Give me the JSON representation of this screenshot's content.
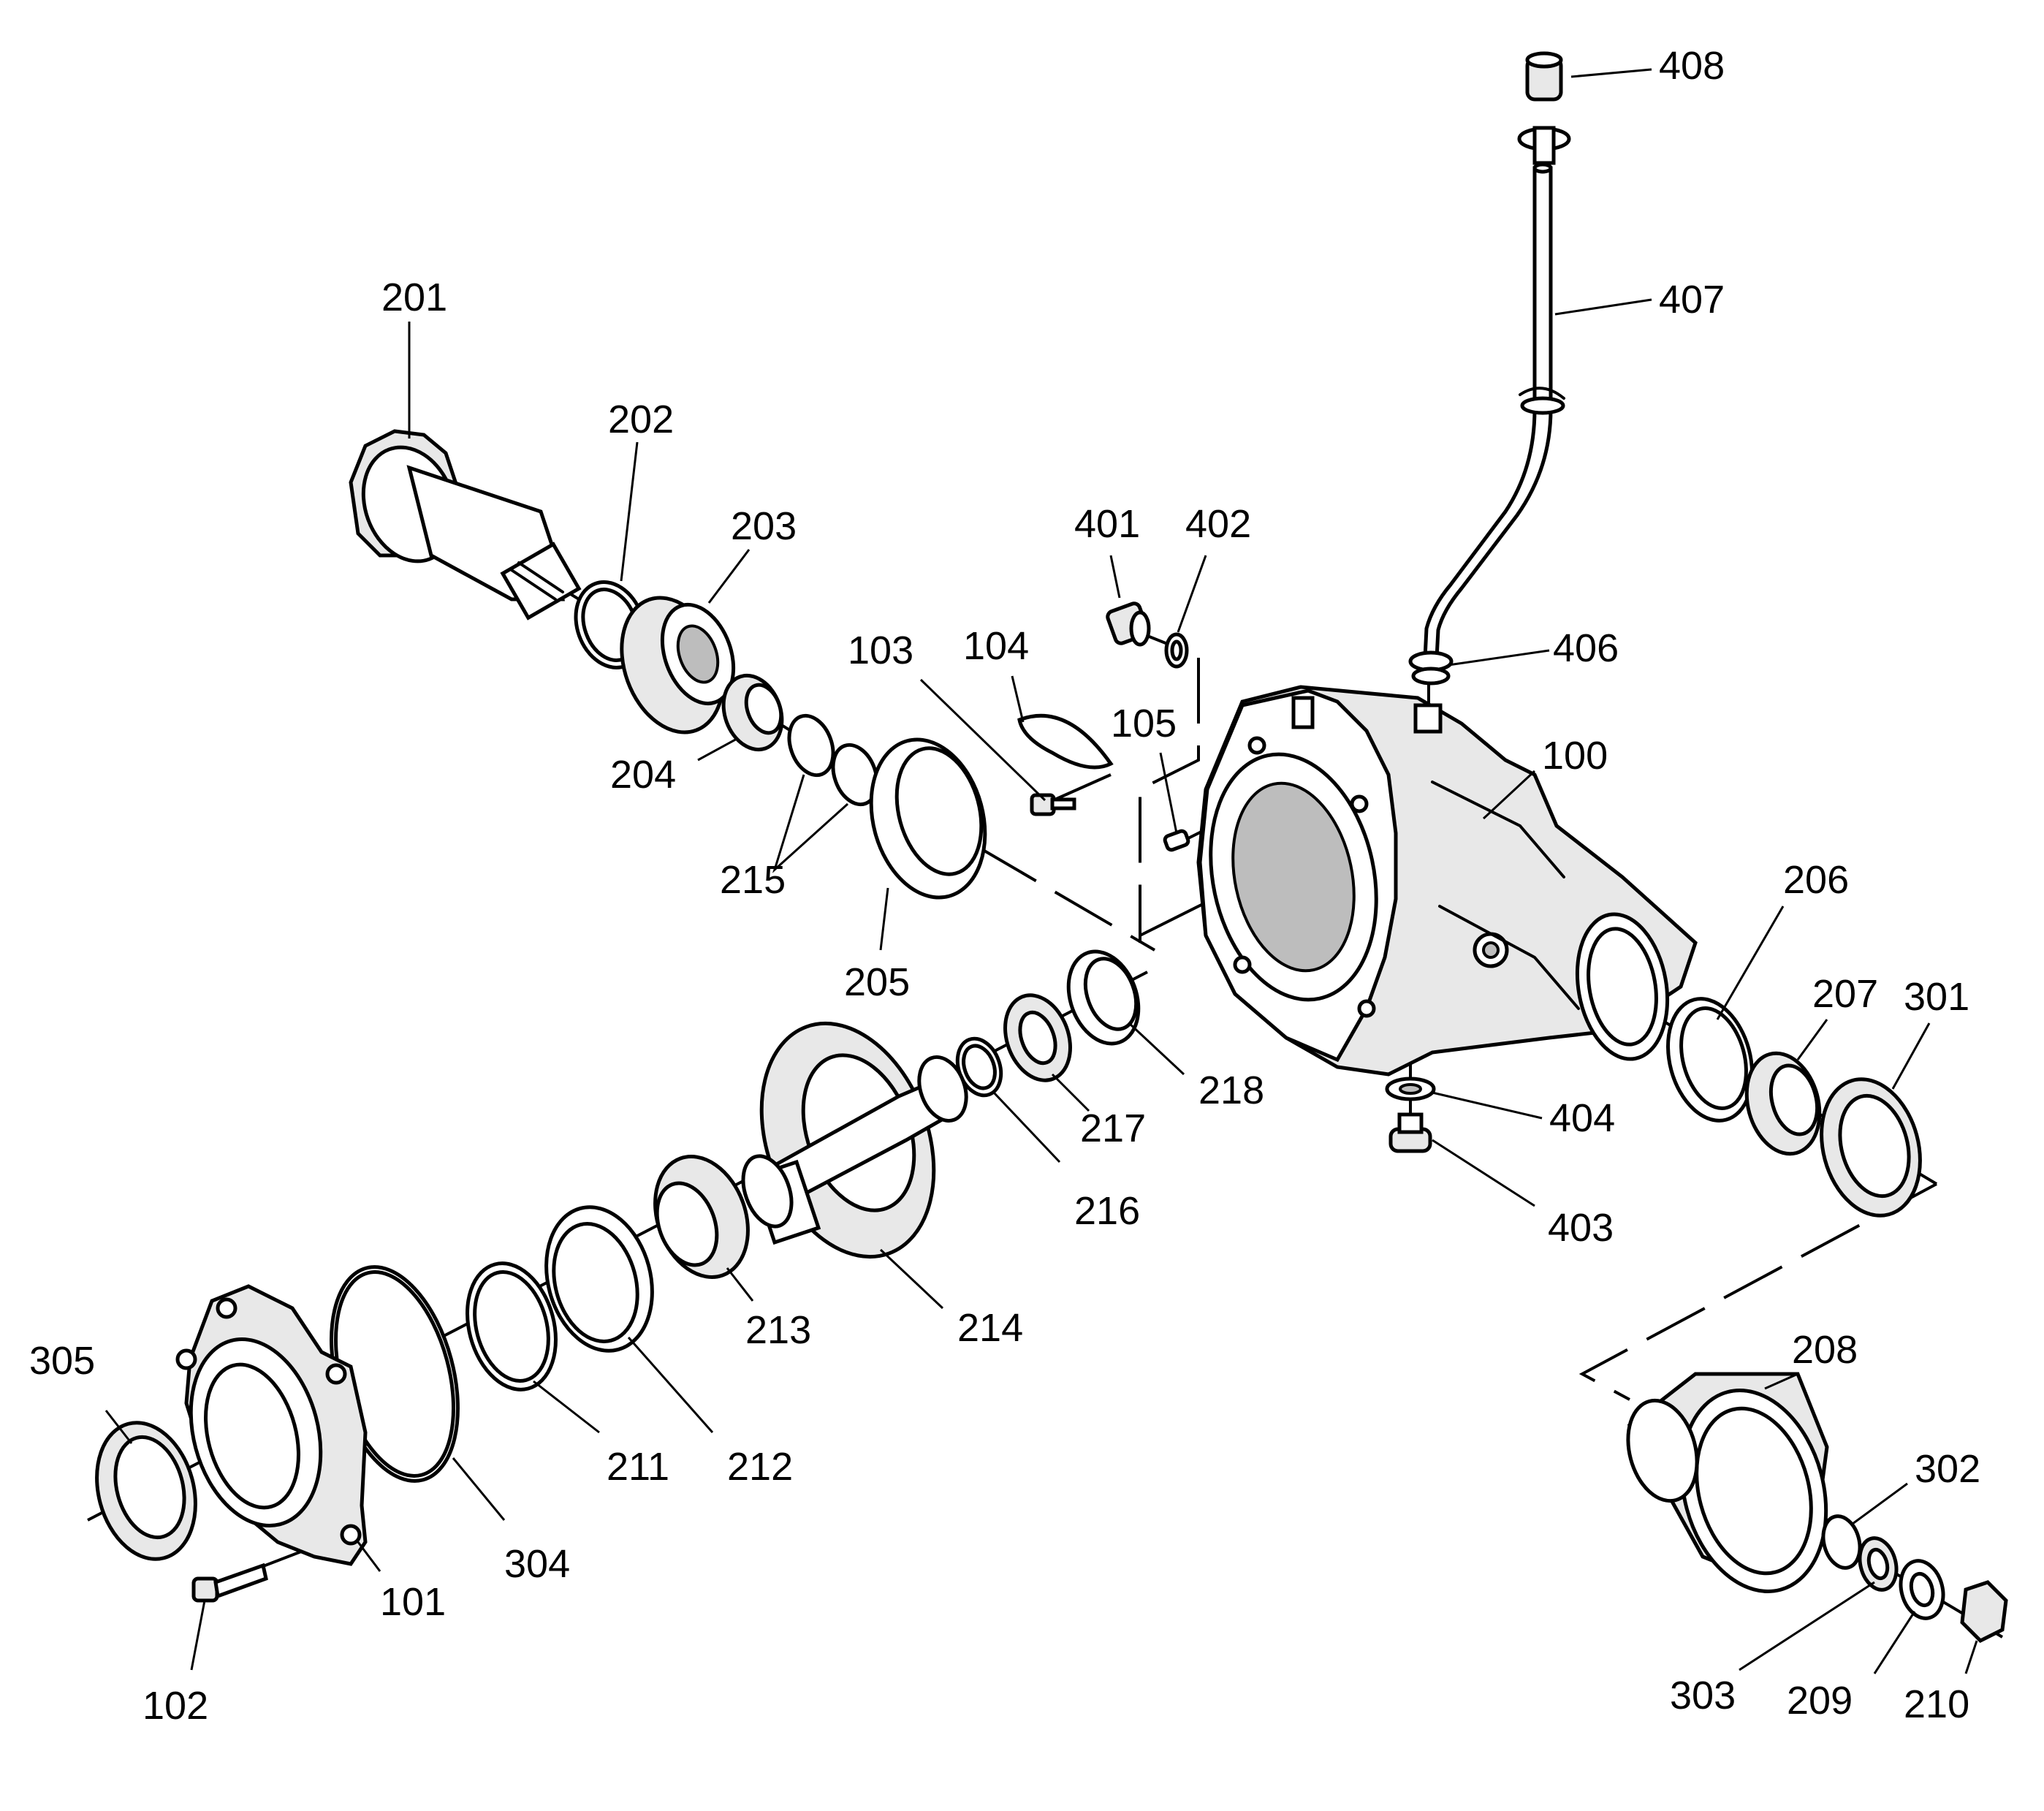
{
  "diagram": {
    "callouts": {
      "c100": "100",
      "c101": "101",
      "c102": "102",
      "c103": "103",
      "c104": "104",
      "c105": "105",
      "c201": "201",
      "c202": "202",
      "c203": "203",
      "c204": "204",
      "c205": "205",
      "c206": "206",
      "c207": "207",
      "c208": "208",
      "c209": "209",
      "c210": "210",
      "c211": "211",
      "c212": "212",
      "c213": "213",
      "c214": "214",
      "c215": "215",
      "c216": "216",
      "c217": "217",
      "c218": "218",
      "c301": "301",
      "c302": "302",
      "c303": "303",
      "c304": "304",
      "c305": "305",
      "c401": "401",
      "c402": "402",
      "c403": "403",
      "c404": "404",
      "c406": "406",
      "c407": "407",
      "c408": "408"
    }
  }
}
